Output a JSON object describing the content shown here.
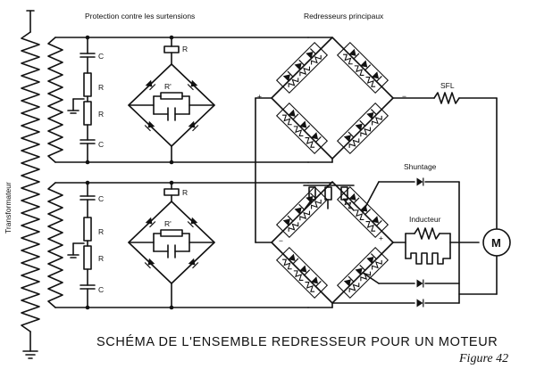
{
  "labels": {
    "protection": "Protection  contre les surtensions",
    "redresseurs": "Redresseurs principaux",
    "transformateur": "Transformateur",
    "sfl": "SFL",
    "shuntage": "Shuntage",
    "inducteur": "Inducteur",
    "motor": "M",
    "plus": "+",
    "minus": "−",
    "c": "C",
    "r": "R",
    "r_prime": "R'"
  },
  "caption": "SCHÉMA DE L'ENSEMBLE REDRESSEUR POUR UN MOTEUR",
  "figure": "Figure 42"
}
